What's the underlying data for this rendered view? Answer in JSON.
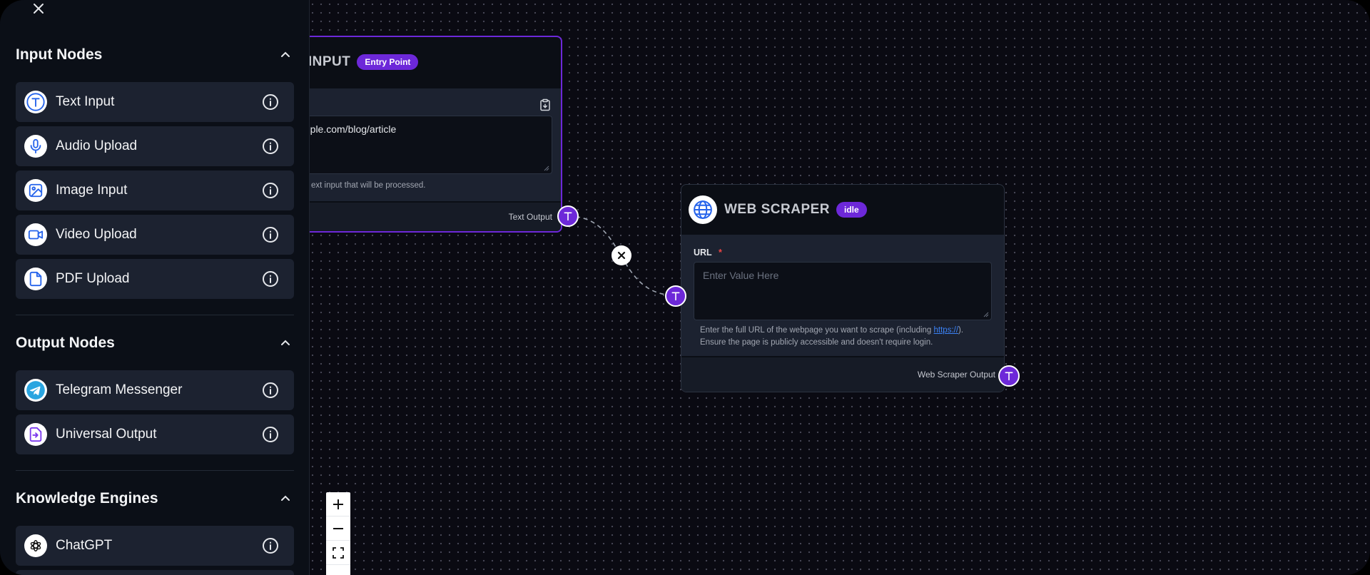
{
  "sidebar": {
    "sections": [
      {
        "title": "Input Nodes",
        "items": [
          {
            "label": "Text Input",
            "icon": "text-icon"
          },
          {
            "label": "Audio Upload",
            "icon": "microphone-icon"
          },
          {
            "label": "Image Input",
            "icon": "image-icon"
          },
          {
            "label": "Video Upload",
            "icon": "video-icon"
          },
          {
            "label": "PDF Upload",
            "icon": "file-icon"
          }
        ]
      },
      {
        "title": "Output Nodes",
        "items": [
          {
            "label": "Telegram Messenger",
            "icon": "telegram-icon"
          },
          {
            "label": "Universal Output",
            "icon": "output-icon"
          }
        ]
      },
      {
        "title": "Knowledge Engines",
        "items": [
          {
            "label": "ChatGPT",
            "icon": "openai-icon"
          }
        ]
      }
    ]
  },
  "canvas": {
    "text_input_node": {
      "title": "T INPUT",
      "badge": "Entry Point",
      "value": "mple.com/blog/article",
      "hint": "ext input that will be processed.",
      "output_label": "Text Output"
    },
    "web_scraper_node": {
      "title": "WEB SCRAPER",
      "badge": "idle",
      "field_label": "URL",
      "required_mark": "*",
      "placeholder": "Enter Value Here",
      "hint_pre": "Enter the full URL of the webpage you want to scrape (including ",
      "hint_link": "https://",
      "hint_post": ").",
      "hint_line2": "Ensure the page is publicly accessible and doesn't require login.",
      "output_label": "Web Scraper Output"
    }
  },
  "colors": {
    "accent": "#6d28d9",
    "canvas_bg": "#0a0a12",
    "panel_bg": "#1c2230",
    "link": "#3b82f6"
  }
}
